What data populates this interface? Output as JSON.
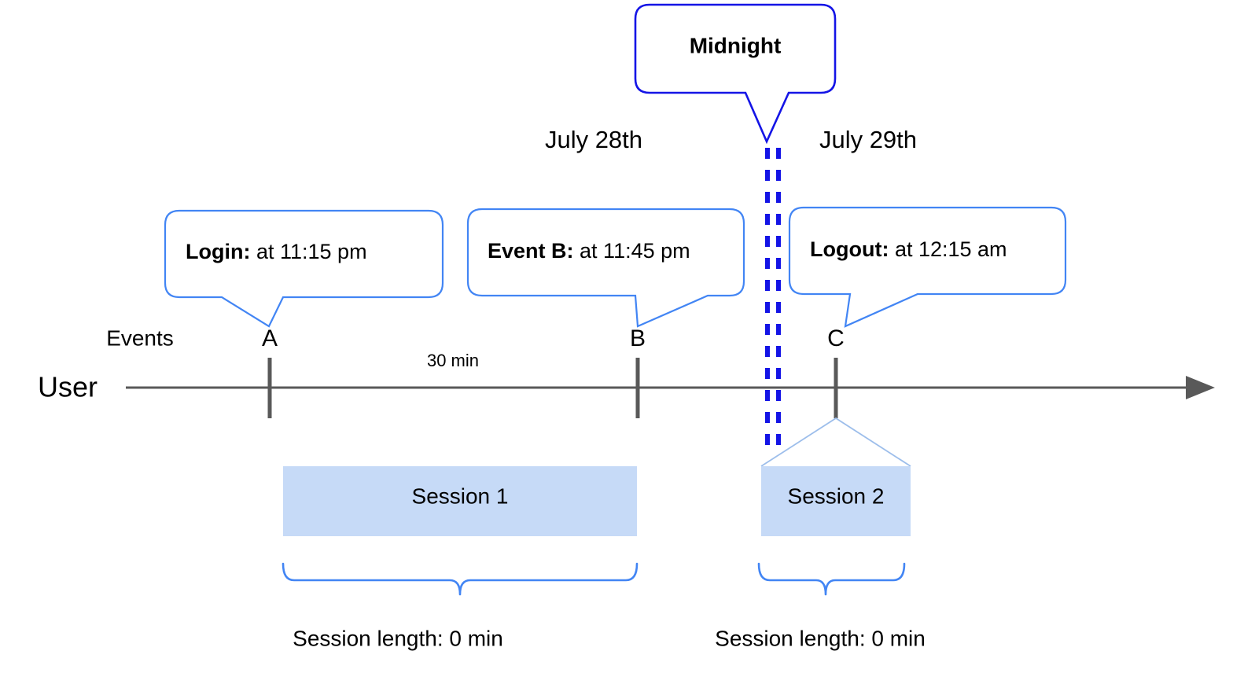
{
  "diagram": {
    "title_callouts": {
      "midnight": {
        "label": "Midnight"
      }
    },
    "dates": [
      {
        "label": "July 28th"
      },
      {
        "label": "July 29th"
      }
    ],
    "event_callouts": [
      {
        "lead": "Login:",
        "detail": " at 11:15 pm"
      },
      {
        "lead": "Event B:",
        "detail": " at 11:45 pm"
      },
      {
        "lead": "Logout:",
        "detail": " at 12:15 am"
      }
    ],
    "axis": {
      "row_label": "User",
      "events_label": "Events",
      "ticks": [
        {
          "label": "A"
        },
        {
          "label": "B"
        },
        {
          "label": "C"
        }
      ],
      "gap_annotation": "30 min"
    },
    "sessions": [
      {
        "label": "Session 1",
        "length_label": "Session length: 0 min"
      },
      {
        "label": "Session 2",
        "length_label": "Session length: 0 min"
      }
    ],
    "colors": {
      "callout_border": "#4285F4",
      "midnight_border": "#1414E6",
      "session_fill": "#C6DAF7",
      "axis": "#595959",
      "brace": "#4285F4"
    }
  }
}
